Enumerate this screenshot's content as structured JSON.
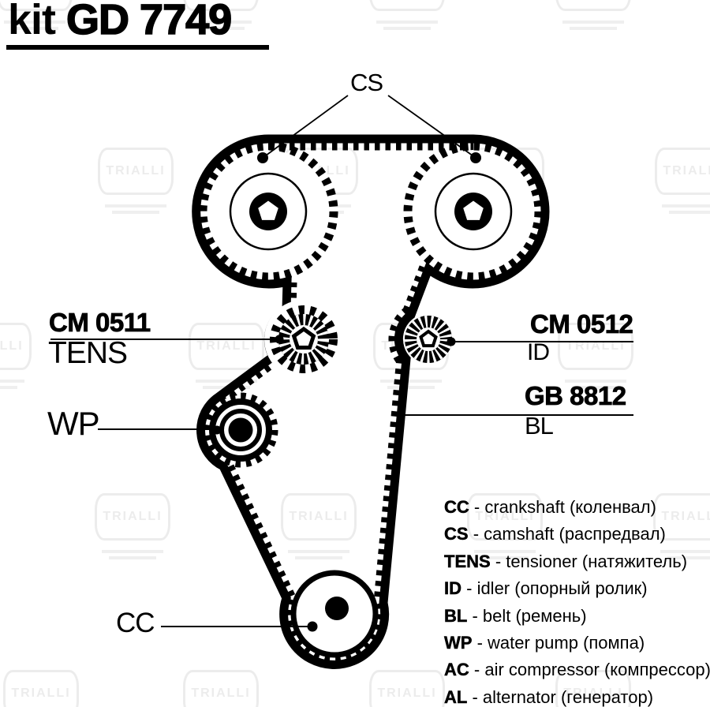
{
  "title": {
    "prefix": "kit ",
    "code": "GD 7749"
  },
  "watermark": {
    "text": "TRIALLI"
  },
  "diagram_labels": {
    "cs": "CS",
    "cm0511": "CM 0511",
    "tens": "TENS",
    "cm0512": "CM 0512",
    "id": "ID",
    "gb8812": "GB 8812",
    "bl": "BL",
    "wp": "WP",
    "cc": "CC"
  },
  "legend": {
    "items": [
      {
        "abbr": "CC",
        "desc": "- crankshaft (коленвал)"
      },
      {
        "abbr": "CS",
        "desc": "- camshaft (распредвал)"
      },
      {
        "abbr": "TENS",
        "desc": "- tensioner (натяжитель)"
      },
      {
        "abbr": "ID",
        "desc": "- idler (опорный ролик)"
      },
      {
        "abbr": "BL",
        "desc": "- belt (ремень)"
      },
      {
        "abbr": "WP",
        "desc": "- water pump (помпа)"
      },
      {
        "abbr": "AC",
        "desc": "- air compressor (компрессор)"
      },
      {
        "abbr": "AL",
        "desc": "- alternator (генератор)"
      }
    ]
  },
  "colors": {
    "ink": "#000000",
    "background": "#ffffff",
    "watermark": "#ececec"
  }
}
